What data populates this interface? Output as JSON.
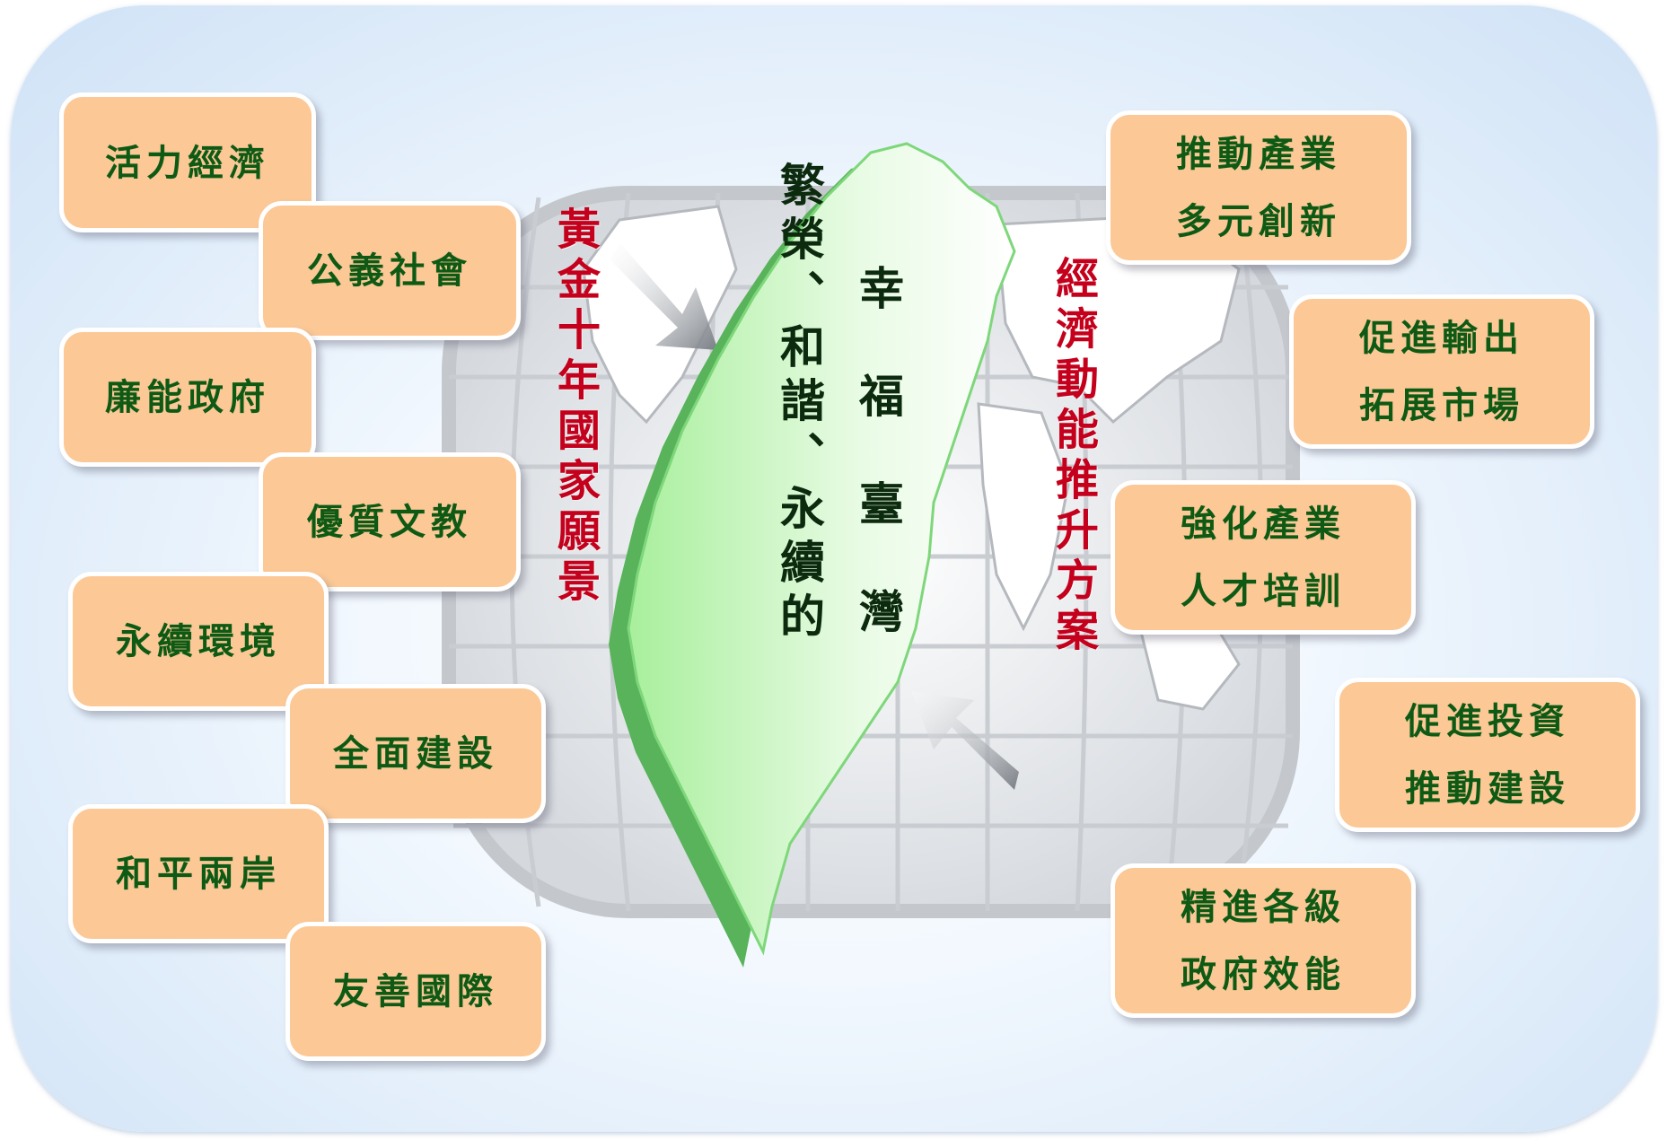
{
  "left_column_title": "黃金十年國家願景",
  "right_column_title": "經濟動能推升方案",
  "center": {
    "left_line": "繁榮、和諧、永續的",
    "right_line": "幸福臺灣"
  },
  "left_items": [
    "活力經濟",
    "公義社會",
    "廉能政府",
    "優質文教",
    "永續環境",
    "全面建設",
    "和平兩岸",
    "友善國際"
  ],
  "right_items": [
    {
      "line1": "推動產業",
      "line2": "多元創新"
    },
    {
      "line1": "促進輸出",
      "line2": "拓展市場"
    },
    {
      "line1": "強化產業",
      "line2": "人才培訓"
    },
    {
      "line1": "促進投資",
      "line2": "推動建設"
    },
    {
      "line1": "精進各級",
      "line2": "政府效能"
    }
  ],
  "colors": {
    "box_fill": "#fbc896",
    "box_text": "#0e5a14",
    "title_red": "#c4001c",
    "island_green": "#8fe58a"
  }
}
